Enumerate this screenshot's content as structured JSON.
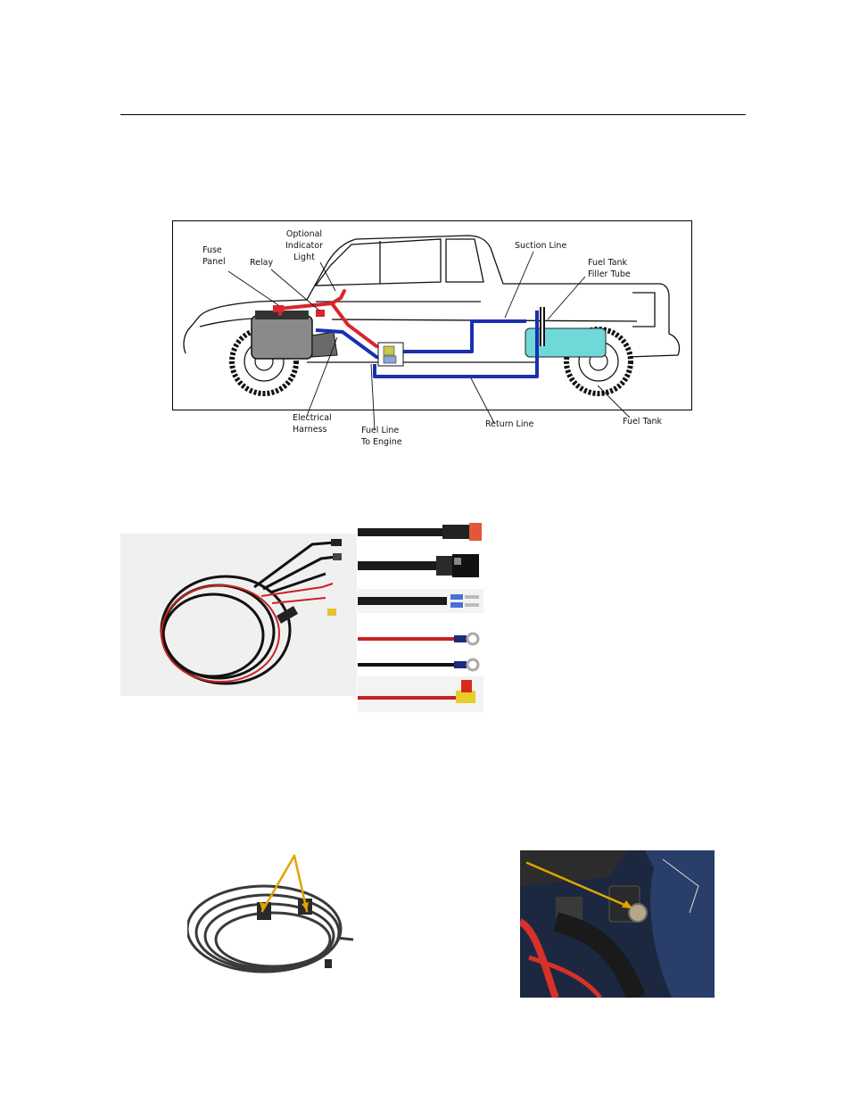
{
  "diagram": {
    "labels": {
      "fuse_panel": "Fuse\nPanel",
      "relay": "Relay",
      "indicator": "Optional\nIndicator\nLight",
      "suction": "Suction Line",
      "filler": "Fuel Tank\nFiller Tube",
      "harness": "Electrical\nHarness",
      "fuel_line": "Fuel Line\nTo Engine",
      "return": "Return Line",
      "tank": "Fuel Tank"
    },
    "colors": {
      "electrical": "#d8262b",
      "fuel_lines": "#1a2fb0",
      "tank": "#6fd8d8",
      "engine": "#8a8a8a"
    }
  },
  "photos": {
    "harness_kit": "wiring-harness-photo",
    "connectors": [
      "connector-black-red-cap",
      "connector-weatherpack",
      "connector-spade-terminals",
      "ring-terminal-red",
      "ring-terminal-black",
      "fuse-tap-red"
    ],
    "braided_harness": "braided-harness-photo",
    "engine_bay": "engine-bay-photo"
  },
  "annotation_color": "#e0a400"
}
